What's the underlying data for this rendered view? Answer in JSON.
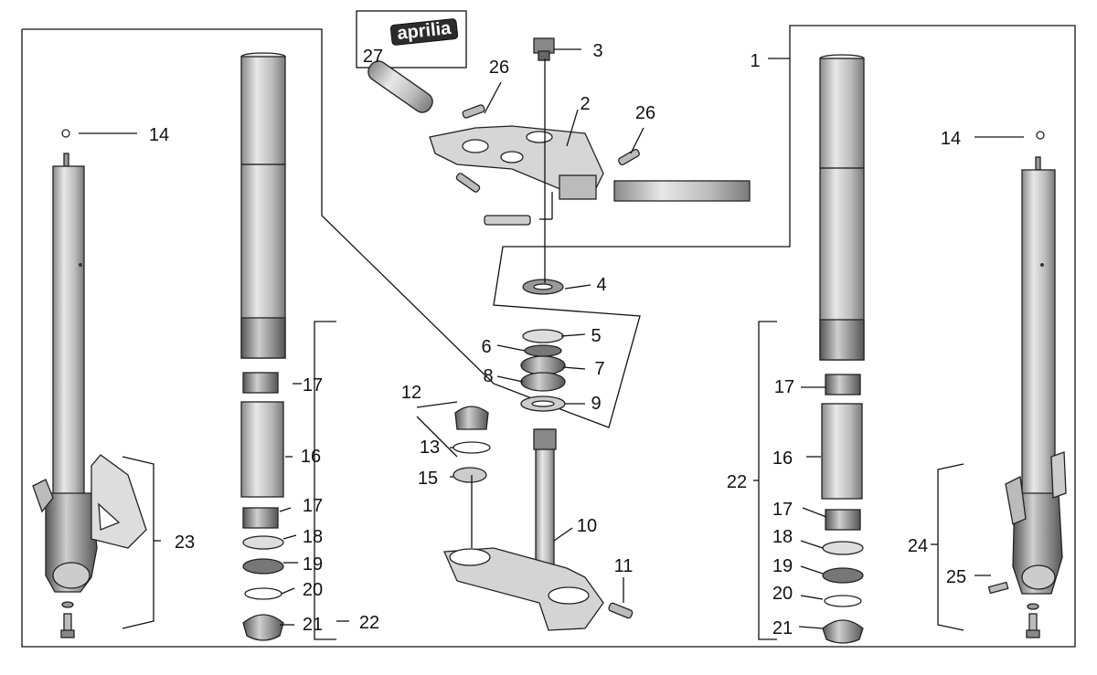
{
  "diagram": {
    "brand_badge_text": "aprilia",
    "callouts": [
      {
        "id": "p1",
        "text": "1"
      },
      {
        "id": "p2",
        "text": "2"
      },
      {
        "id": "p3",
        "text": "3"
      },
      {
        "id": "p4",
        "text": "4"
      },
      {
        "id": "p5",
        "text": "5"
      },
      {
        "id": "p6",
        "text": "6"
      },
      {
        "id": "p7",
        "text": "7"
      },
      {
        "id": "p8",
        "text": "8"
      },
      {
        "id": "p9",
        "text": "9"
      },
      {
        "id": "p10",
        "text": "10"
      },
      {
        "id": "p11",
        "text": "11"
      },
      {
        "id": "p12",
        "text": "12"
      },
      {
        "id": "p13",
        "text": "13"
      },
      {
        "id": "p14a",
        "text": "14"
      },
      {
        "id": "p14b",
        "text": "14"
      },
      {
        "id": "p15",
        "text": "15"
      },
      {
        "id": "p16a",
        "text": "16"
      },
      {
        "id": "p16b",
        "text": "16"
      },
      {
        "id": "p17a",
        "text": "17"
      },
      {
        "id": "p17b",
        "text": "17"
      },
      {
        "id": "p17c",
        "text": "17"
      },
      {
        "id": "p17d",
        "text": "17"
      },
      {
        "id": "p18a",
        "text": "18"
      },
      {
        "id": "p18b",
        "text": "18"
      },
      {
        "id": "p19a",
        "text": "19"
      },
      {
        "id": "p19b",
        "text": "19"
      },
      {
        "id": "p20a",
        "text": "20"
      },
      {
        "id": "p20b",
        "text": "20"
      },
      {
        "id": "p21a",
        "text": "21"
      },
      {
        "id": "p21b",
        "text": "21"
      },
      {
        "id": "p22a",
        "text": "22"
      },
      {
        "id": "p22b",
        "text": "22"
      },
      {
        "id": "p23",
        "text": "23"
      },
      {
        "id": "p24",
        "text": "24"
      },
      {
        "id": "p25",
        "text": "25"
      },
      {
        "id": "p26a",
        "text": "26"
      },
      {
        "id": "p26b",
        "text": "26"
      },
      {
        "id": "p27",
        "text": "27"
      }
    ]
  }
}
